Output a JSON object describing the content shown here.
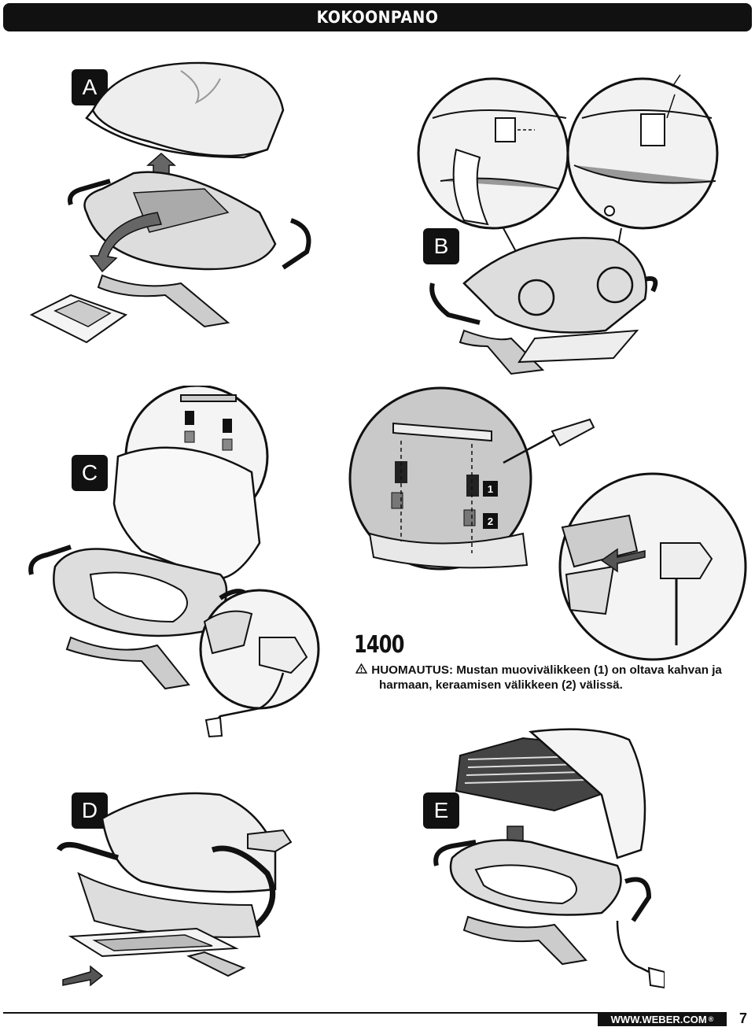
{
  "header": {
    "title": "KOKOONPANO"
  },
  "steps": {
    "a": "A",
    "b": "B",
    "c": "C",
    "d": "D",
    "e": "E"
  },
  "callouts": {
    "one": "1",
    "two": "2"
  },
  "model": "1400",
  "note": {
    "label": "HUOMAUTUS:",
    "line1": "Mustan muovivälikkeen (1) on oltava kahvan ja",
    "line2": "harmaan, keraamisen välikkeen (2) välissä."
  },
  "footer": {
    "url": "WWW.WEBER.COM",
    "registered": "®",
    "page": "7"
  },
  "colors": {
    "ink": "#111111",
    "panel": "#c9c9c9",
    "grey": "#8a8a8a"
  }
}
